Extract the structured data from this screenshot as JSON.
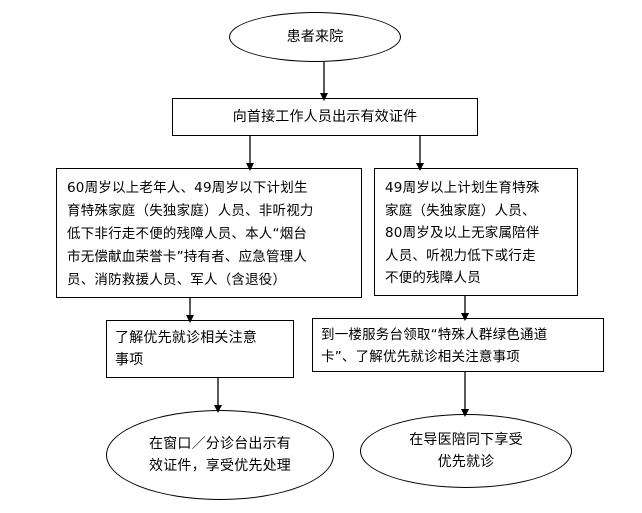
{
  "flowchart": {
    "start": "患者来院",
    "step1": "向首接工作人员出示有效证件",
    "left_condition": "60周岁以上老年人、49周岁以下计划生\n育特殊家庭（失独家庭）人员、非听视力\n低下非行走不便的残障人员、本人“烟台\n市无偿献血荣誉卡”持有者、应急管理人\n员、消防救援人员、军人（含退役）",
    "right_condition": "49周岁以上计划生育特殊\n家庭（失独家庭）人员、\n80周岁及以上无家属陪伴\n人员、听视力低下或行走\n不便的残障人员",
    "left_action": "了解优先就诊相关注意\n事项",
    "right_action": "到一楼服务台领取“特殊人群绿色通道\n卡”、了解优先就诊相关注意事项",
    "left_end": "在窗口／分诊台出示有\n效证件，享受优先处理",
    "right_end": "在导医陪同下享受\n优先就诊"
  }
}
